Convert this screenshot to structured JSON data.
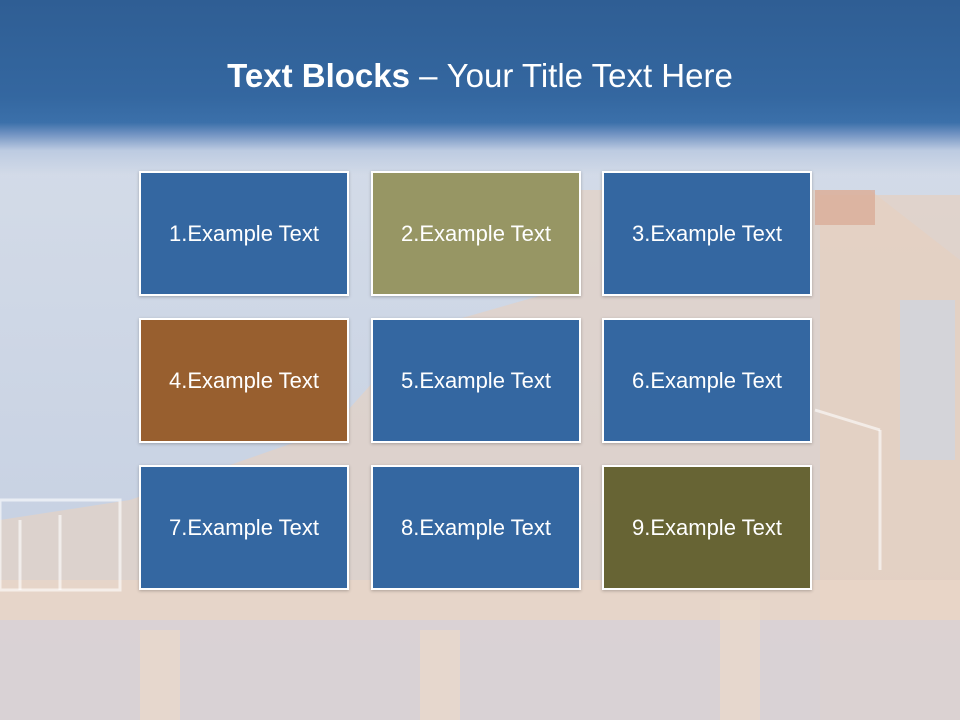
{
  "title": {
    "bold_part": "Text Blocks",
    "separator": " – ",
    "normal_part": "Your Title Text Here"
  },
  "blocks": [
    {
      "label": "1.Example Text",
      "color": "#3467a1"
    },
    {
      "label": "2.Example Text",
      "color": "#979664"
    },
    {
      "label": "3.Example Text",
      "color": "#3467a1"
    },
    {
      "label": "4.Example Text",
      "color": "#985f2f"
    },
    {
      "label": "5.Example Text",
      "color": "#3467a1"
    },
    {
      "label": "6.Example Text",
      "color": "#3467a1"
    },
    {
      "label": "7.Example Text",
      "color": "#3467a1"
    },
    {
      "label": "8.Example Text",
      "color": "#3467a1"
    },
    {
      "label": "9.Example Text",
      "color": "#676434"
    }
  ],
  "colors": {
    "header": "#3467a0",
    "sky": "#c9d3e2",
    "building": "#e8d4c4"
  }
}
